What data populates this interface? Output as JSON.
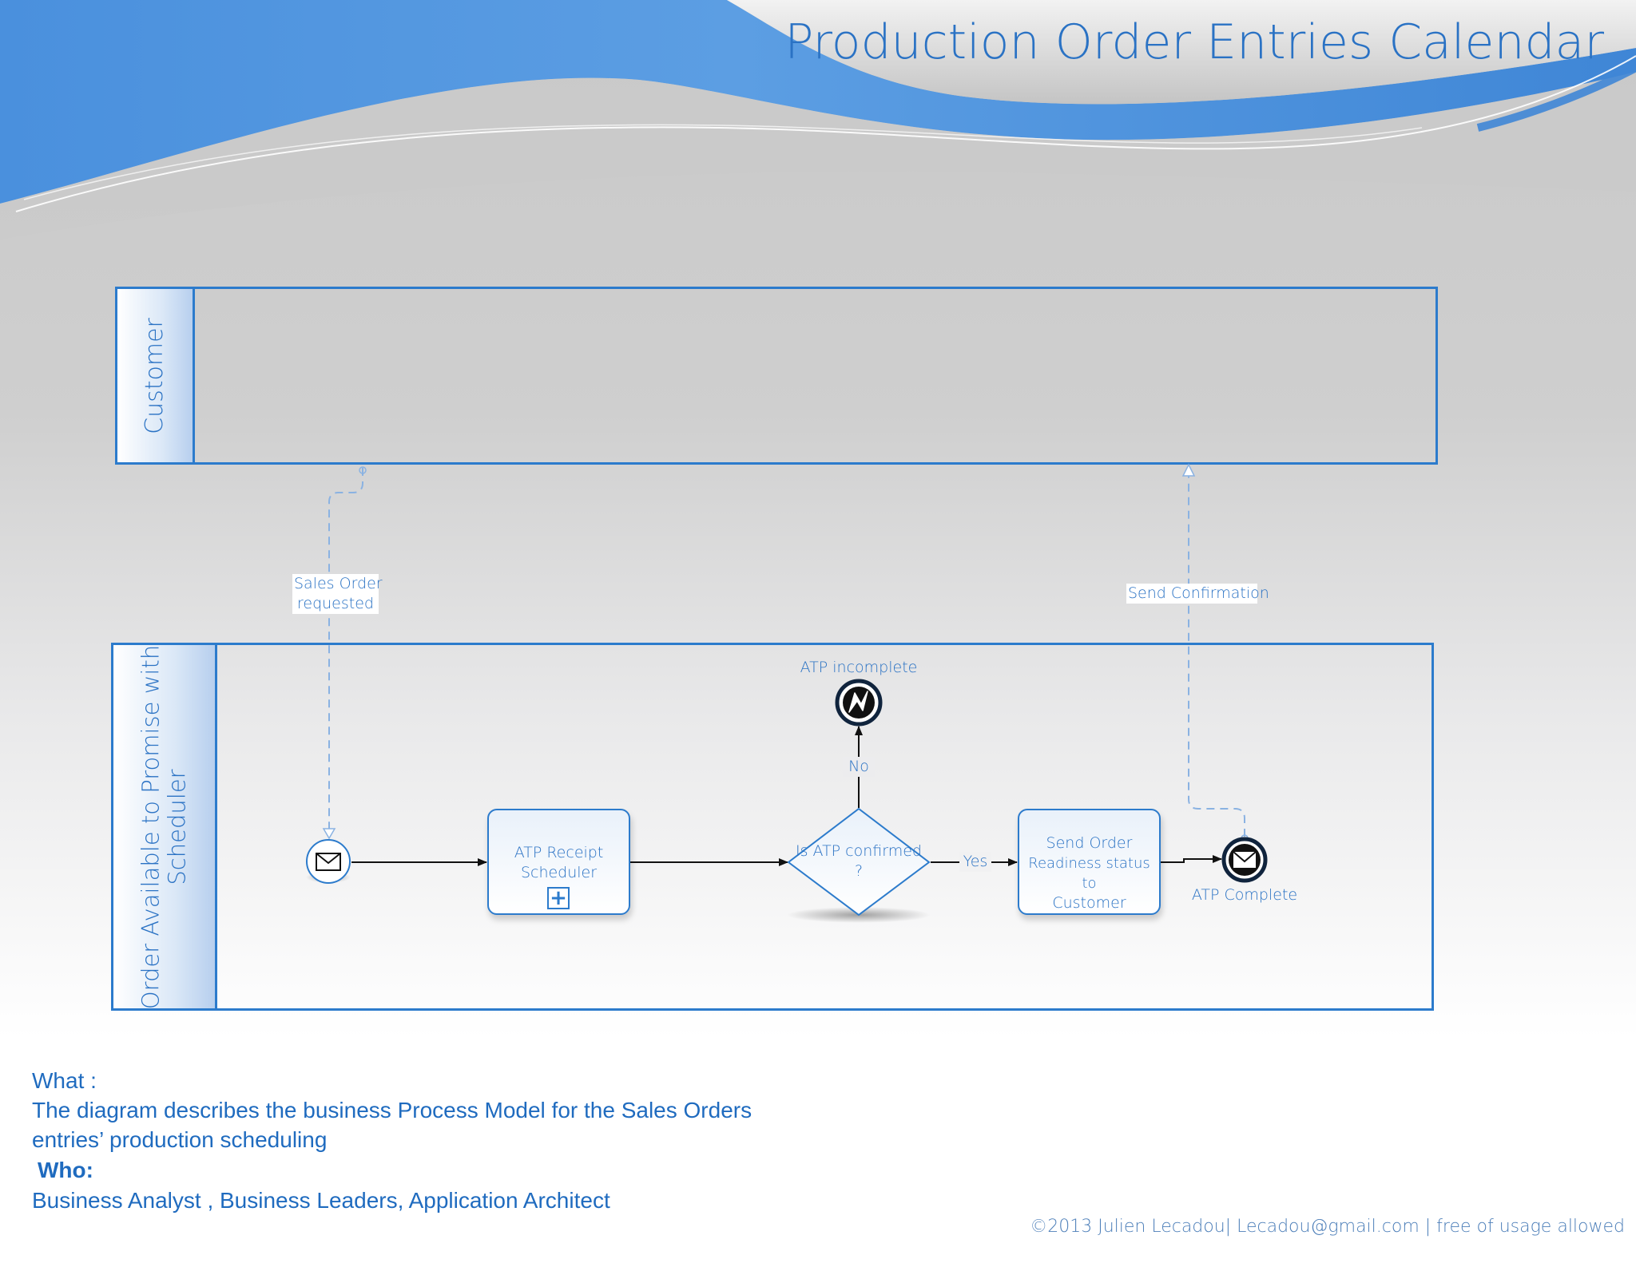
{
  "header": {
    "title": "Production Order Entries Calendar"
  },
  "pools": {
    "customer": {
      "label": "Customer"
    },
    "scheduler": {
      "label_line1": "Order Available to Promise with",
      "label_line2": "Scheduler"
    }
  },
  "flows": {
    "sales_order_line1": "Sales  Order",
    "sales_order_line2": "requested",
    "send_confirmation": "Send Confirmation",
    "no": "No",
    "yes": "Yes"
  },
  "nodes": {
    "atp_receipt_line1": "ATP  Receipt",
    "atp_receipt_line2": "Scheduler",
    "gateway_line1": "Is ATP confirmed",
    "gateway_line2": "?",
    "send_order_line1": "Send Order",
    "send_order_line2": "Readiness status to",
    "send_order_line3": "Customer",
    "atp_incomplete": "ATP incomplete",
    "atp_complete": "ATP Complete"
  },
  "footer": {
    "what_label": "What :",
    "what_line1": "The diagram describes the business Process Model for the Sales Orders",
    "what_line2": "entries’ production scheduling",
    "who_label": "Who:",
    "who_text": "Business Analyst , Business Leaders, Application Architect",
    "copyright": "©2013 Julien Lecadou| Lecadou@gmail.com | free of usage allowed"
  },
  "colors": {
    "accent": "#2c7bcc",
    "title": "#2a72c4",
    "text": "#1f6bbf"
  }
}
